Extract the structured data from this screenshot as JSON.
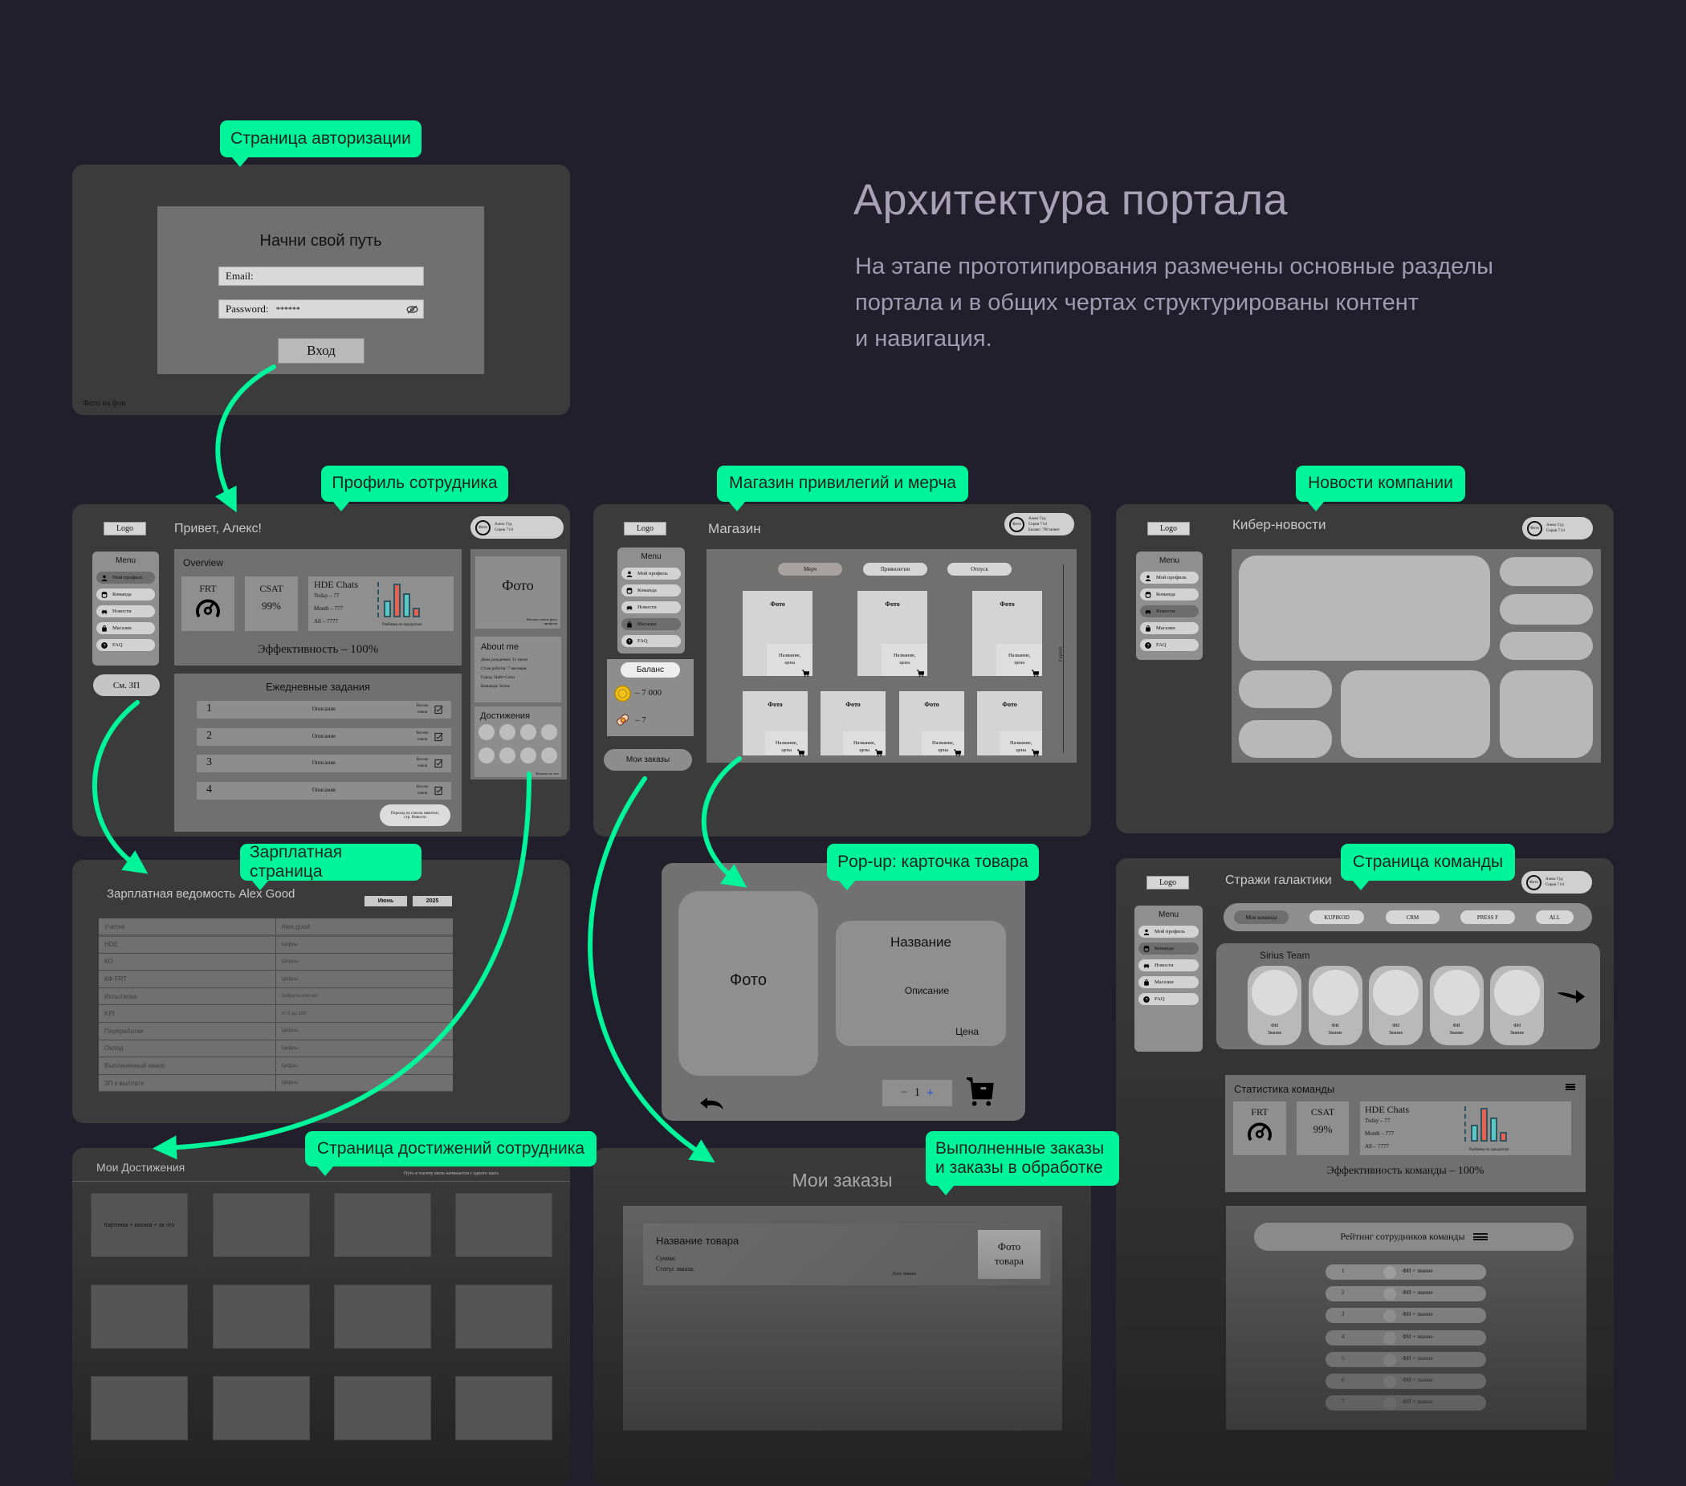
{
  "header": {
    "title": "Архитектура портала",
    "description": [
      "На этапе прототипирования размечены основные разделы",
      "портала и в общих чертах структурированы контент",
      "и навигация."
    ]
  },
  "colors": {
    "background": "#211f2b",
    "accent": "#00f59a",
    "panel": "#3b3b3b",
    "chart_teal": "#5bc8c8",
    "chart_red": "#e8604f"
  },
  "callouts": {
    "login": "Страница авторизации",
    "profile": "Профиль сотрудника",
    "shop": "Магазин привилегий и мерча",
    "news": "Новости компании",
    "salary": "Зарплатная страница",
    "popup": "Pop-up: карточка товара",
    "team": "Страница команды",
    "achievements": "Страница достижений сотрудника",
    "orders_line1": "Выполненные заказы",
    "orders_line2": "и заказы в обработке"
  },
  "common": {
    "logo": "Logo",
    "user": {
      "photo": "Фото",
      "name": "Алекс Гуд",
      "level": "Серия 7 lvl",
      "balance": "Баланс: 700 монет"
    }
  },
  "menu": {
    "title": "Menu",
    "items": [
      {
        "label": "Мой профиль",
        "icon": "user-icon"
      },
      {
        "label": "Команда",
        "icon": "team-icon"
      },
      {
        "label": "Новости",
        "icon": "news-icon"
      },
      {
        "label": "Магазин",
        "icon": "shop-icon"
      },
      {
        "label": "FAQ",
        "icon": "help-icon"
      }
    ]
  },
  "login": {
    "title": "Начни свой путь",
    "email_label": "Email:",
    "password_label": "Password:",
    "password_value": "******",
    "submit": "Вход",
    "bg_note": "Фото на фон"
  },
  "profile": {
    "greeting": "Привет, Алекс!",
    "salary_button": "См. ЗП",
    "overview": {
      "title": "Overview",
      "frt": "FRT",
      "csat": "CSAT",
      "csat_value": "99%",
      "hde_title": "HDE Chats",
      "hde_today": "Today – 77",
      "hde_month": "Month – 777",
      "hde_all": "All – 7777",
      "chart_caption": "Разбивка по продуктам",
      "bars": [
        45,
        90,
        65,
        25
      ],
      "efficiency": "Эффективность – 100%"
    },
    "tasks": {
      "title": "Ежедневные задания",
      "items": [
        {
          "num": "1",
          "desc": "Описание",
          "points": "Кол-во очков"
        },
        {
          "num": "2",
          "desc": "Описание",
          "points": "Кол-во очков"
        },
        {
          "num": "3",
          "desc": "Описание",
          "points": "Кол-во очков"
        },
        {
          "num": "4",
          "desc": "Описание",
          "points": "Кол-во очков"
        }
      ],
      "events_button": "Переход на список ивентов | стр. Новости"
    },
    "photo": {
      "label": "Фото",
      "note": "Кнопка смены фото профиля"
    },
    "about": {
      "title": "About me",
      "lines": [
        "День рождения: 31 июля",
        "Стаж работы: 7 месяцев",
        "Город: Найт-Сити",
        "Команда: Sirius"
      ]
    },
    "achievements": {
      "title": "Достижения",
      "count": 8,
      "see_all": "Кнопка см. все"
    }
  },
  "shop": {
    "title": "Магазин",
    "tabs": [
      "Мерч",
      "Привилегии",
      "Отпуск"
    ],
    "products": [
      {
        "photo": "Фото",
        "name": "Название,\nцена"
      },
      {
        "photo": "Фото",
        "name": "Название,\nцена"
      },
      {
        "photo": "Фото",
        "name": "Название,\nцена"
      },
      {
        "photo": "Фото",
        "name": "Название,\nцена"
      },
      {
        "photo": "Фото",
        "name": "Название,\nцена"
      },
      {
        "photo": "Фото",
        "name": "Название,\nцена"
      },
      {
        "photo": "Фото",
        "name": "Название,\nцена"
      }
    ],
    "scroll_label": "Скролл",
    "balance_title": "Баланс",
    "coins": "– 7 000",
    "scrolls": "– 7",
    "orders_button": "Мои заказы"
  },
  "news": {
    "title": "Кибер-новости"
  },
  "salary": {
    "title": "Зарплатная ведомость Alex Good",
    "month": "Июнь",
    "year": "2025",
    "rows": [
      [
        "Учетка",
        "Alex.good"
      ],
      [
        "HDE",
        "Цифры"
      ],
      [
        "КО",
        "Цифры"
      ],
      [
        "КФ FRT",
        "Цифры"
      ],
      [
        "Испыталка",
        "Закрыта или нет"
      ],
      [
        "KPI",
        "от 0 до 100"
      ],
      [
        "Переработки",
        "Цифры"
      ],
      [
        "Оклад",
        "Цифры"
      ],
      [
        "Выплаченный аванс",
        "Цифры"
      ],
      [
        "ЗП к выплате",
        "Цифры"
      ]
    ]
  },
  "popup": {
    "photo": "Фото",
    "name": "Название",
    "description": "Описание",
    "price": "Цена",
    "qty_minus": "−",
    "qty": "1",
    "qty_plus": "+"
  },
  "team": {
    "title": "Стражи галактики",
    "tabs": [
      "Мои команда",
      "KUPIKOD",
      "CRM",
      "PRESS F",
      "ALL"
    ],
    "team_name": "Sirius Team",
    "members": [
      {
        "name": "ФИ",
        "rank": "Звание"
      },
      {
        "name": "ФИ",
        "rank": "Звание"
      },
      {
        "name": "ФИ",
        "rank": "Звание"
      },
      {
        "name": "ФИ",
        "rank": "Звание"
      },
      {
        "name": "ФИ",
        "rank": "Звание"
      }
    ],
    "stats": {
      "title": "Статистика команды",
      "frt": "FRT",
      "csat": "CSAT",
      "csat_value": "99%",
      "hde_title": "HDE Chats",
      "hde_today": "Today – 77",
      "hde_month": "Month – 777",
      "hde_all": "All – 7777",
      "chart_caption": "Разбивка по продуктам",
      "bars": [
        45,
        90,
        65,
        25
      ],
      "efficiency": "Эффективность команды – 100%"
    },
    "rating": {
      "title": "Рейтинг сотрудников команды",
      "rows": [
        {
          "num": "1",
          "label": "ФИ + звание"
        },
        {
          "num": "2",
          "label": "ФИ + звание"
        },
        {
          "num": "3",
          "label": "ФИ + звание"
        },
        {
          "num": "4",
          "label": "ФИ + звание"
        },
        {
          "num": "5",
          "label": "ФИ + звание"
        },
        {
          "num": "6",
          "label": "ФИ + звание"
        },
        {
          "num": "7",
          "label": "ФИ + звание"
        }
      ]
    }
  },
  "achievements_page": {
    "title": "Мои Достижения",
    "quote": "Путь в тысячу миль начинается с одного шага",
    "tiles": [
      "Картинка + иконка + за что",
      "",
      "",
      "",
      "",
      "",
      "",
      "",
      "",
      "",
      "",
      ""
    ]
  },
  "orders": {
    "title": "Мои заказы",
    "item_name": "Название товара",
    "sum_label": "Сумма:",
    "status_label": "Статус заказа:",
    "date_label": "Дата заказа:",
    "photo_label": "Фото\nтовара"
  }
}
